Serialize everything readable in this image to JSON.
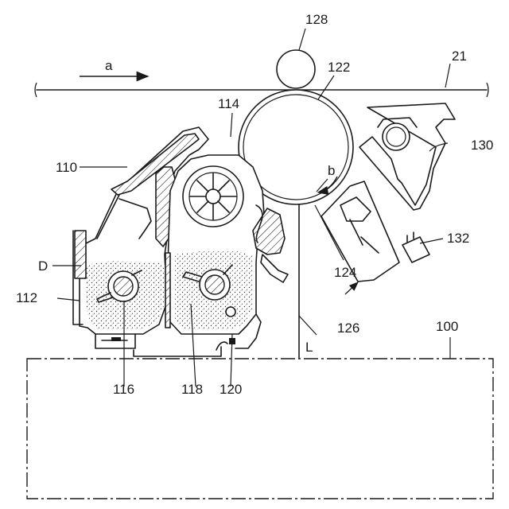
{
  "labels": {
    "roller_top": "128",
    "sheet": "21",
    "drum": "122",
    "dev_opening": "114",
    "charger": "130",
    "housing": "110",
    "rotation_b": "b",
    "toner_D": "D",
    "exposure": "132",
    "frame": "112",
    "transfer_point": "124",
    "L_line": "L",
    "unit_126": "126",
    "base_100": "100",
    "auger_116": "116",
    "auger_118": "118",
    "sensor_120": "120",
    "direction_a": "a"
  }
}
